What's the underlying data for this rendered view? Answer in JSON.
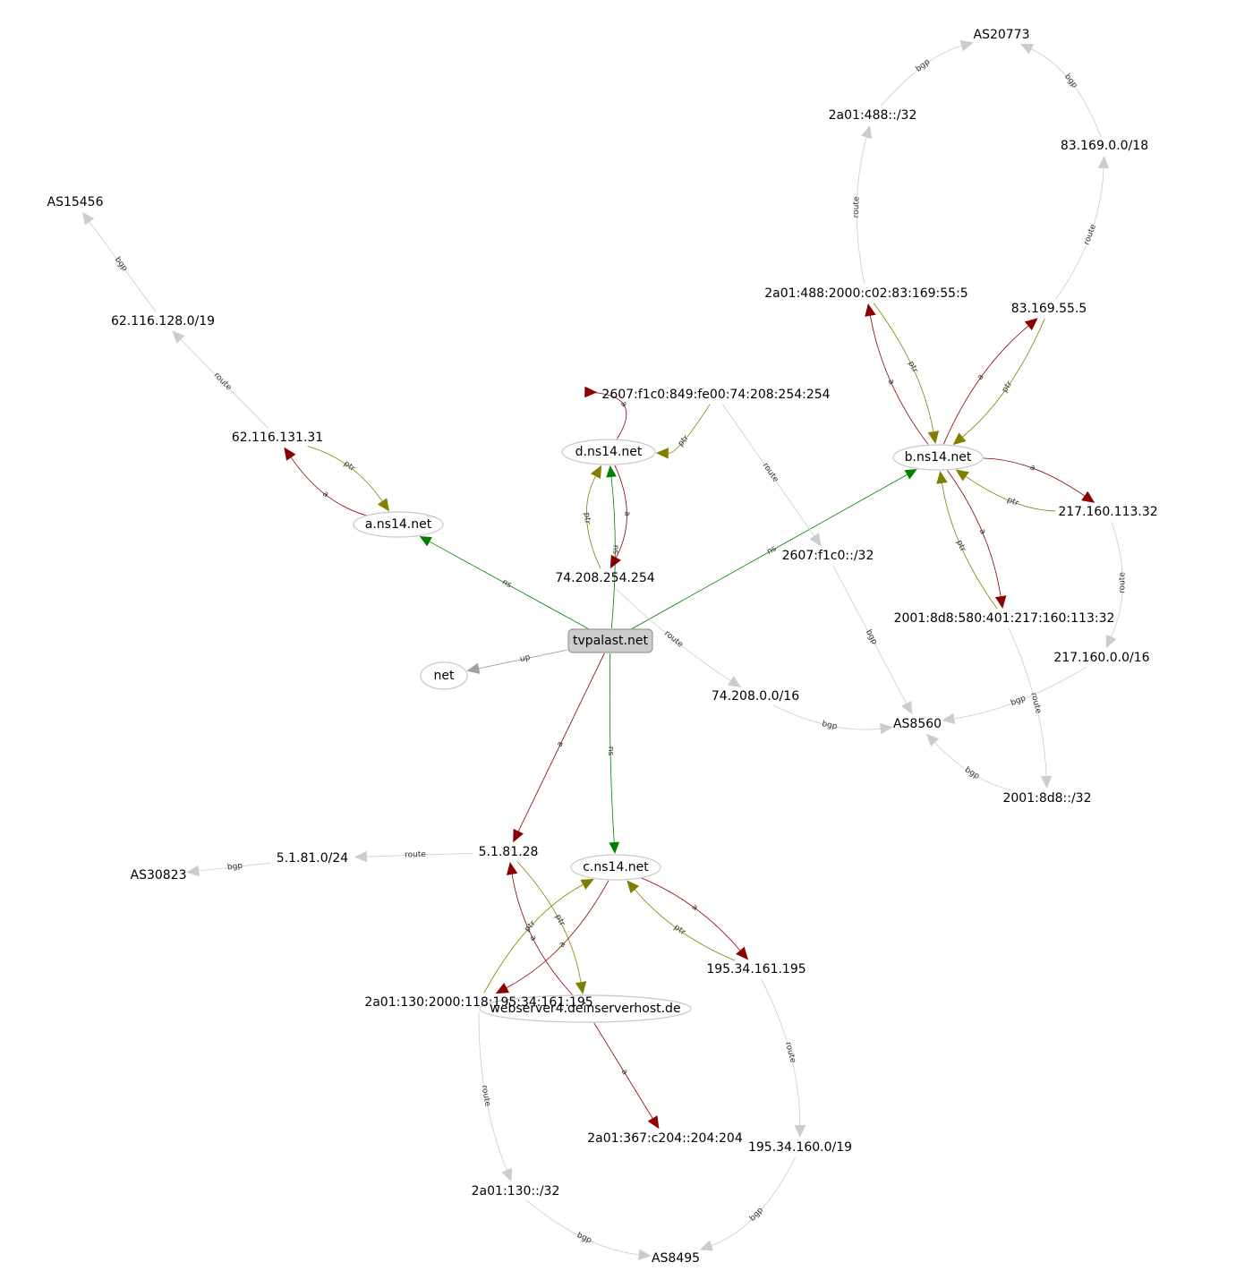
{
  "colors": {
    "ns": "#008000",
    "a": "#8b0000",
    "ptr": "#808000",
    "route": "#cccccc",
    "bgp": "#cccccc",
    "up": "#a0a0a0"
  },
  "nodes": [
    {
      "id": "tvpalast",
      "label": "tvpalast.net",
      "shape": "root"
    },
    {
      "id": "net",
      "label": "net",
      "shape": "ellipse"
    },
    {
      "id": "ans14",
      "label": "a.ns14.net",
      "shape": "ellipse"
    },
    {
      "id": "bns14",
      "label": "b.ns14.net",
      "shape": "ellipse"
    },
    {
      "id": "cns14",
      "label": "c.ns14.net",
      "shape": "ellipse"
    },
    {
      "id": "dns14",
      "label": "d.ns14.net",
      "shape": "ellipse"
    },
    {
      "id": "webserver",
      "label": "webserver4.deinserverhost.de",
      "shape": "ellipse"
    },
    {
      "id": "ip_a4",
      "label": "62.116.131.31",
      "shape": "text"
    },
    {
      "id": "pfx_a4",
      "label": "62.116.128.0/19",
      "shape": "text"
    },
    {
      "id": "as15456",
      "label": "AS15456",
      "shape": "text"
    },
    {
      "id": "ip_d6",
      "label": "2607:f1c0:849:fe00:74:208:254:254",
      "shape": "text"
    },
    {
      "id": "ip_d4",
      "label": "74.208.254.254",
      "shape": "text"
    },
    {
      "id": "pfx_d6",
      "label": "2607:f1c0::/32",
      "shape": "text"
    },
    {
      "id": "pfx_d4",
      "label": "74.208.0.0/16",
      "shape": "text"
    },
    {
      "id": "as8560",
      "label": "AS8560",
      "shape": "text"
    },
    {
      "id": "as20773",
      "label": "AS20773",
      "shape": "text"
    },
    {
      "id": "pfx_b6h",
      "label": "2a01:488::/32",
      "shape": "text"
    },
    {
      "id": "pfx_b4h",
      "label": "83.169.0.0/18",
      "shape": "text"
    },
    {
      "id": "ip_b6h",
      "label": "2a01:488:2000:c02:83:169:55:5",
      "shape": "text"
    },
    {
      "id": "ip_b4h",
      "label": "83.169.55.5",
      "shape": "text"
    },
    {
      "id": "ip_b4",
      "label": "217.160.113.32",
      "shape": "text"
    },
    {
      "id": "ip_b6",
      "label": "2001:8d8:580:401:217:160:113:32",
      "shape": "text"
    },
    {
      "id": "pfx_b4",
      "label": "217.160.0.0/16",
      "shape": "text"
    },
    {
      "id": "pfx_b6",
      "label": "2001:8d8::/32",
      "shape": "text"
    },
    {
      "id": "ip_w4",
      "label": "5.1.81.28",
      "shape": "text"
    },
    {
      "id": "pfx_w4",
      "label": "5.1.81.0/24",
      "shape": "text"
    },
    {
      "id": "as30823",
      "label": "AS30823",
      "shape": "text"
    },
    {
      "id": "ip_c4",
      "label": "195.34.161.195",
      "shape": "text"
    },
    {
      "id": "ip_c6",
      "label": "2a01:130:2000:118:195:34:161:195",
      "shape": "text"
    },
    {
      "id": "ip_w6",
      "label": "2a01:367:c204::204:204",
      "shape": "text"
    },
    {
      "id": "pfx_c4",
      "label": "195.34.160.0/19",
      "shape": "text"
    },
    {
      "id": "pfx_c6",
      "label": "2a01:130::/32",
      "shape": "text"
    },
    {
      "id": "as8495",
      "label": "AS8495",
      "shape": "text"
    }
  ],
  "edges": [
    {
      "from": "tvpalast",
      "to": "net",
      "label": "up",
      "type": "up"
    },
    {
      "from": "tvpalast",
      "to": "ans14",
      "label": "ns",
      "type": "ns"
    },
    {
      "from": "tvpalast",
      "to": "bns14",
      "label": "ns",
      "type": "ns"
    },
    {
      "from": "tvpalast",
      "to": "cns14",
      "label": "ns",
      "type": "ns"
    },
    {
      "from": "tvpalast",
      "to": "dns14",
      "label": "ns",
      "type": "ns"
    },
    {
      "from": "tvpalast",
      "to": "ip_w4",
      "label": "a",
      "type": "a"
    },
    {
      "from": "ans14",
      "to": "ip_a4",
      "label": "a",
      "type": "a"
    },
    {
      "from": "ip_a4",
      "to": "ans14",
      "label": "ptr",
      "type": "ptr"
    },
    {
      "from": "ip_a4",
      "to": "pfx_a4",
      "label": "route",
      "type": "route"
    },
    {
      "from": "pfx_a4",
      "to": "as15456",
      "label": "bgp",
      "type": "bgp"
    },
    {
      "from": "dns14",
      "to": "ip_d6",
      "label": "a",
      "type": "a"
    },
    {
      "from": "ip_d6",
      "to": "dns14",
      "label": "ptr",
      "type": "ptr"
    },
    {
      "from": "dns14",
      "to": "ip_d4",
      "label": "a",
      "type": "a"
    },
    {
      "from": "ip_d4",
      "to": "dns14",
      "label": "ptr",
      "type": "ptr"
    },
    {
      "from": "ip_d6",
      "to": "pfx_d6",
      "label": "route",
      "type": "route"
    },
    {
      "from": "ip_d4",
      "to": "pfx_d4",
      "label": "route",
      "type": "route"
    },
    {
      "from": "pfx_d6",
      "to": "as8560",
      "label": "bgp",
      "type": "bgp"
    },
    {
      "from": "pfx_d4",
      "to": "as8560",
      "label": "bgp",
      "type": "bgp"
    },
    {
      "from": "bns14",
      "to": "ip_b6h",
      "label": "a",
      "type": "a"
    },
    {
      "from": "ip_b6h",
      "to": "bns14",
      "label": "ptr",
      "type": "ptr"
    },
    {
      "from": "bns14",
      "to": "ip_b4h",
      "label": "a",
      "type": "a"
    },
    {
      "from": "ip_b4h",
      "to": "bns14",
      "label": "ptr",
      "type": "ptr"
    },
    {
      "from": "ip_b6h",
      "to": "pfx_b6h",
      "label": "route",
      "type": "route"
    },
    {
      "from": "ip_b4h",
      "to": "pfx_b4h",
      "label": "route",
      "type": "route"
    },
    {
      "from": "pfx_b6h",
      "to": "as20773",
      "label": "bgp",
      "type": "bgp"
    },
    {
      "from": "pfx_b4h",
      "to": "as20773",
      "label": "bgp",
      "type": "bgp"
    },
    {
      "from": "bns14",
      "to": "ip_b4",
      "label": "a",
      "type": "a"
    },
    {
      "from": "ip_b4",
      "to": "bns14",
      "label": "ptr",
      "type": "ptr"
    },
    {
      "from": "bns14",
      "to": "ip_b6",
      "label": "a",
      "type": "a"
    },
    {
      "from": "ip_b6",
      "to": "bns14",
      "label": "ptr",
      "type": "ptr"
    },
    {
      "from": "ip_b4",
      "to": "pfx_b4",
      "label": "route",
      "type": "route"
    },
    {
      "from": "ip_b6",
      "to": "pfx_b6",
      "label": "route",
      "type": "route"
    },
    {
      "from": "pfx_b4",
      "to": "as8560",
      "label": "bgp",
      "type": "bgp"
    },
    {
      "from": "pfx_b6",
      "to": "as8560",
      "label": "bgp",
      "type": "bgp"
    },
    {
      "from": "ip_w4",
      "to": "pfx_w4",
      "label": "route",
      "type": "route"
    },
    {
      "from": "pfx_w4",
      "to": "as30823",
      "label": "bgp",
      "type": "bgp"
    },
    {
      "from": "ip_w4",
      "to": "webserver",
      "label": "ptr",
      "type": "ptr"
    },
    {
      "from": "webserver",
      "to": "ip_w4",
      "label": "a",
      "type": "a"
    },
    {
      "from": "webserver",
      "to": "ip_w6",
      "label": "a",
      "type": "a"
    },
    {
      "from": "cns14",
      "to": "ip_c4",
      "label": "a",
      "type": "a"
    },
    {
      "from": "ip_c4",
      "to": "cns14",
      "label": "ptr",
      "type": "ptr"
    },
    {
      "from": "cns14",
      "to": "ip_c6",
      "label": "a",
      "type": "a"
    },
    {
      "from": "ip_c6",
      "to": "cns14",
      "label": "ptr",
      "type": "ptr"
    },
    {
      "from": "ip_c4",
      "to": "pfx_c4",
      "label": "route",
      "type": "route"
    },
    {
      "from": "ip_c6",
      "to": "pfx_c6",
      "label": "route",
      "type": "route"
    },
    {
      "from": "pfx_c4",
      "to": "as8495",
      "label": "bgp",
      "type": "bgp"
    },
    {
      "from": "pfx_c6",
      "to": "as8495",
      "label": "bgp",
      "type": "bgp"
    }
  ]
}
